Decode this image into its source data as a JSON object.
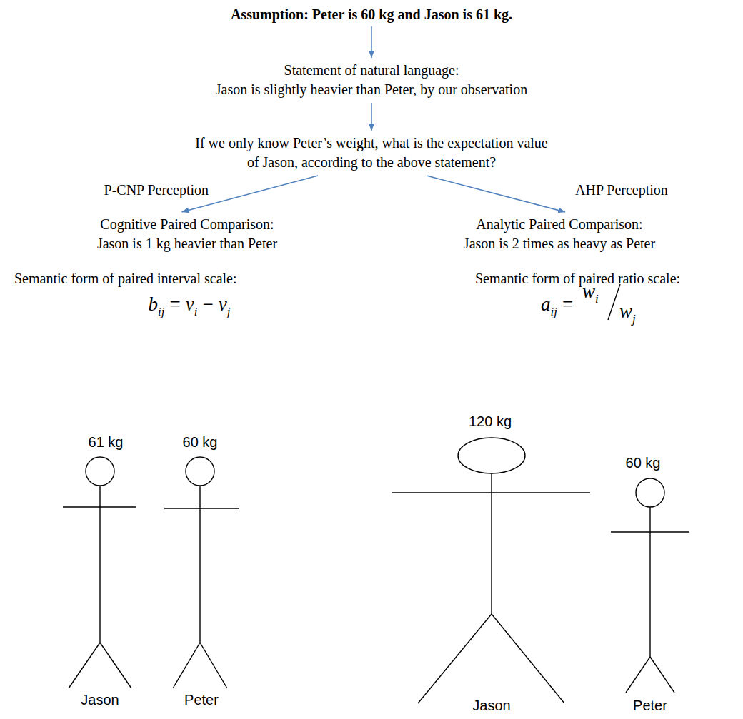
{
  "diagram": {
    "nodes": [
      {
        "text": [
          "Assumption: Peter is 60 kg and Jason is 61 kg."
        ]
      },
      {
        "text": [
          "Statement of natural language:",
          "Jason is slightly heavier than Peter, by our observation"
        ]
      },
      {
        "text": [
          "If we only know Peter’s weight, what is the expectation value of Jason, according to the above statement?"
        ]
      },
      {
        "text": [
          "Cognitive Paired Comparison:",
          "Jason is 1 kg heavier than Peter"
        ]
      },
      {
        "text": [
          "Analytic Paired Comparison:",
          "Jason is 2 times as heavy as Peter"
        ]
      }
    ],
    "edges": [
      {
        "from": 0,
        "to": 1,
        "arrow": "to"
      },
      {
        "from": 1,
        "to": 2,
        "arrow": "to"
      },
      {
        "from": 2,
        "to": 3,
        "label": "P-CNP Perception",
        "arrow": "to"
      },
      {
        "from": 2,
        "to": 4,
        "label": "AHP Perception",
        "arrow": "to"
      }
    ],
    "labels": [
      "Semantic form of paired interval scale:",
      "b",
      "ij",
      "=",
      "v",
      "i",
      "−",
      "v",
      "j",
      "Semantic form of paired ratio scale:",
      "a",
      "ij",
      "=",
      "w",
      "i",
      "w",
      "j",
      "61 kg",
      "60 kg",
      "Jason",
      "Peter",
      "120 kg",
      "60 kg",
      "Jason",
      "Peter"
    ]
  }
}
